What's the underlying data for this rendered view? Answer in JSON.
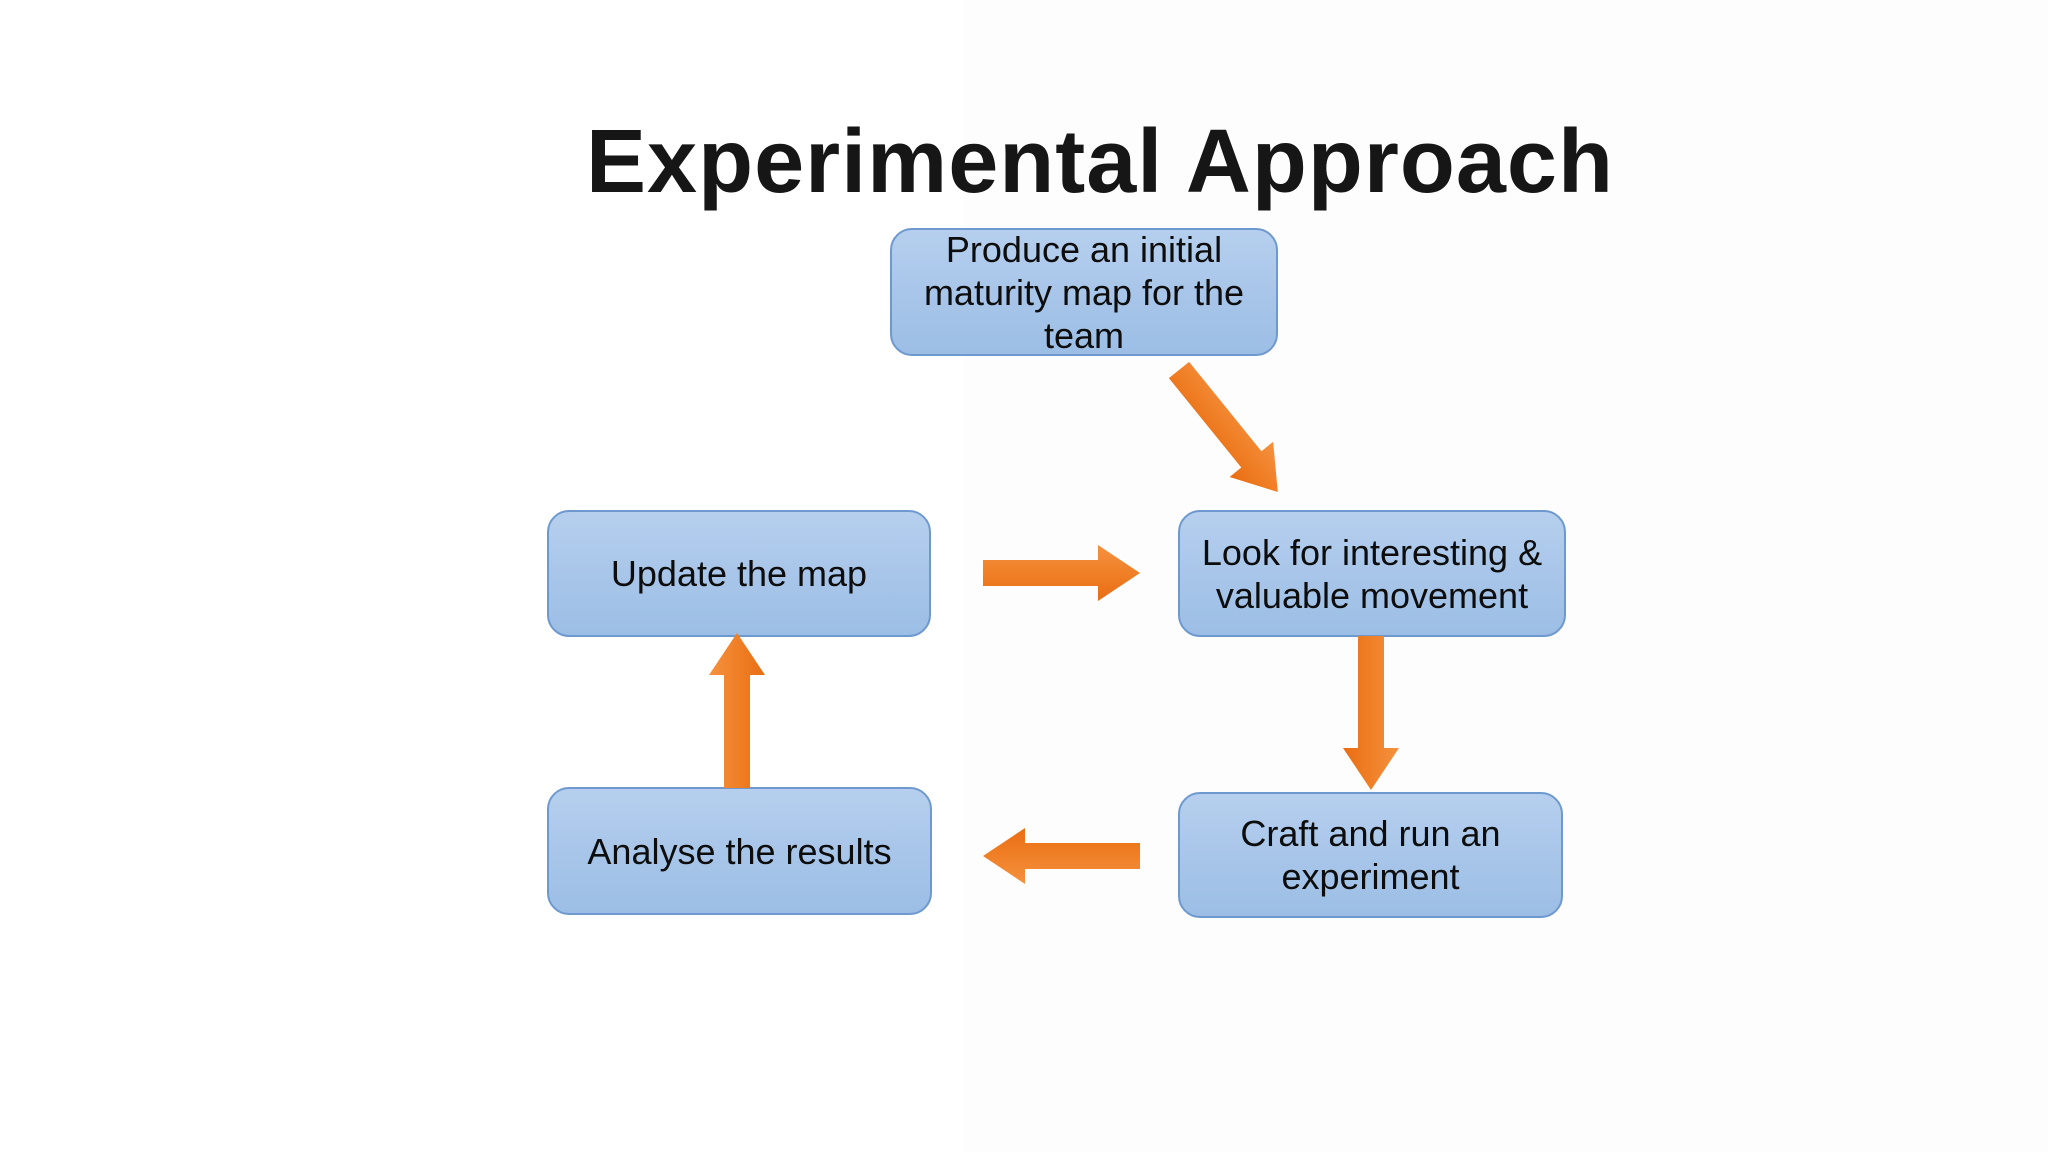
{
  "slide": {
    "title": "Experimental Approach"
  },
  "diagram": {
    "type": "flowchart-cycle",
    "nodes": [
      {
        "id": "produce-initial-map",
        "label": "Produce an initial maturity map for the team",
        "lines": [
          "Produce an initial",
          "maturity map for the",
          "team"
        ]
      },
      {
        "id": "look-for-movement",
        "label": "Look for interesting & valuable movement",
        "lines": [
          "Look for interesting &",
          "valuable movement"
        ]
      },
      {
        "id": "craft-run-experiment",
        "label": "Craft and run an experiment",
        "lines": [
          "Craft and run an",
          "experiment"
        ]
      },
      {
        "id": "analyse-results",
        "label": "Analyse the results",
        "lines": [
          "Analyse the results"
        ]
      },
      {
        "id": "update-map",
        "label": "Update the map",
        "lines": [
          "Update the map"
        ]
      }
    ],
    "edges": [
      {
        "from": "produce-initial-map",
        "to": "look-for-movement",
        "direction": "diagonal-down-right"
      },
      {
        "from": "look-for-movement",
        "to": "craft-run-experiment",
        "direction": "down"
      },
      {
        "from": "craft-run-experiment",
        "to": "analyse-results",
        "direction": "left"
      },
      {
        "from": "analyse-results",
        "to": "update-map",
        "direction": "up"
      },
      {
        "from": "update-map",
        "to": "look-for-movement",
        "direction": "right"
      }
    ],
    "colors": {
      "node_fill_top": "#b6cfee",
      "node_fill_bottom": "#9cbee5",
      "node_border": "#6e99cf",
      "arrow_orange_light": "#f5913f",
      "arrow_orange_dark": "#e96d12",
      "title_text": "#161616",
      "node_text": "#0d0d0d",
      "background": "#ffffff"
    }
  }
}
